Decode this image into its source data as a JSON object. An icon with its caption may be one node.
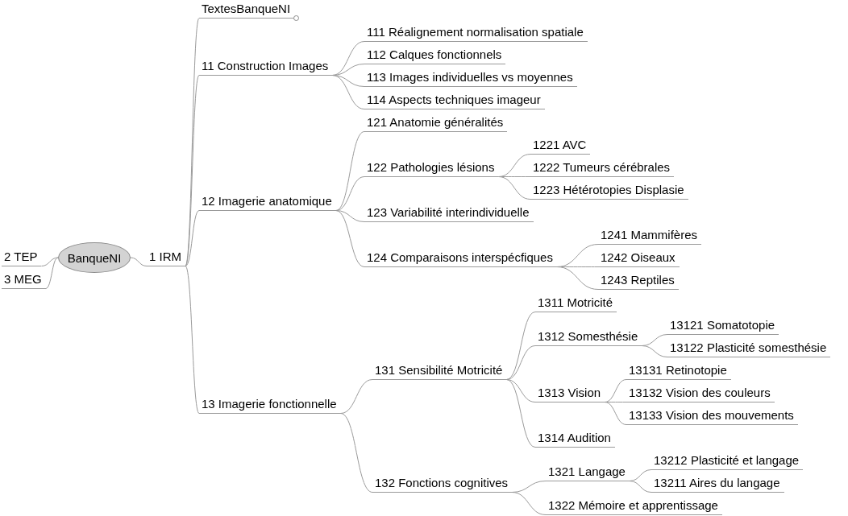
{
  "diagram": {
    "nodes": [
      {
        "text": [
          "BanqueNI"
        ]
      },
      {
        "text": [
          "2 TEP"
        ]
      },
      {
        "text": [
          "3 MEG"
        ]
      },
      {
        "text": [
          "1 IRM"
        ]
      },
      {
        "text": [
          "TextesBanqueNI"
        ]
      },
      {
        "text": [
          "11 Construction Images"
        ]
      },
      {
        "text": [
          "111 Réalignement normalisation spatiale"
        ]
      },
      {
        "text": [
          "112 Calques fonctionnels"
        ]
      },
      {
        "text": [
          "113 Images individuelles vs moyennes"
        ]
      },
      {
        "text": [
          "114 Aspects techniques imageur"
        ]
      },
      {
        "text": [
          "12 Imagerie anatomique"
        ]
      },
      {
        "text": [
          "121 Anatomie généralités"
        ]
      },
      {
        "text": [
          "122 Pathologies lésions"
        ]
      },
      {
        "text": [
          "1221 AVC"
        ]
      },
      {
        "text": [
          "1222 Tumeurs cérébrales"
        ]
      },
      {
        "text": [
          "1223 Hétérotopies Displasie"
        ]
      },
      {
        "text": [
          "123 Variabilité interindividuelle"
        ]
      },
      {
        "text": [
          "124 Comparaisons interspécfiques"
        ]
      },
      {
        "text": [
          "1241 Mammifères"
        ]
      },
      {
        "text": [
          "1242 Oiseaux"
        ]
      },
      {
        "text": [
          "1243 Reptiles"
        ]
      },
      {
        "text": [
          "13 Imagerie fonctionnelle"
        ]
      },
      {
        "text": [
          "131 Sensibilité Motricité"
        ]
      },
      {
        "text": [
          "1311 Motricité"
        ]
      },
      {
        "text": [
          "1312 Somesthésie"
        ]
      },
      {
        "text": [
          "13121 Somatotopie"
        ]
      },
      {
        "text": [
          "13122 Plasticité somesthésie"
        ]
      },
      {
        "text": [
          "1313 Vision"
        ]
      },
      {
        "text": [
          "13131 Retinotopie"
        ]
      },
      {
        "text": [
          "13132 Vision des couleurs"
        ]
      },
      {
        "text": [
          "13133 Vision des mouvements"
        ]
      },
      {
        "text": [
          "1314 Audition"
        ]
      },
      {
        "text": [
          "132 Fonctions cognitives"
        ]
      },
      {
        "text": [
          "1321 Langage"
        ]
      },
      {
        "text": [
          "13212 Plasticité et langage"
        ]
      },
      {
        "text": [
          "13211 Aires du langage"
        ]
      },
      {
        "text": [
          "1322 Mémoire et apprentissage"
        ]
      }
    ],
    "edges": [
      {
        "from": 0,
        "to": 1,
        "arrow": "none"
      },
      {
        "from": 0,
        "to": 2,
        "arrow": "none"
      },
      {
        "from": 0,
        "to": 3,
        "arrow": "none"
      },
      {
        "from": 3,
        "to": 4,
        "arrow": "none"
      },
      {
        "from": 3,
        "to": 5,
        "arrow": "none"
      },
      {
        "from": 5,
        "to": 6,
        "arrow": "none"
      },
      {
        "from": 5,
        "to": 7,
        "arrow": "none"
      },
      {
        "from": 5,
        "to": 8,
        "arrow": "none"
      },
      {
        "from": 5,
        "to": 9,
        "arrow": "none"
      },
      {
        "from": 3,
        "to": 10,
        "arrow": "none"
      },
      {
        "from": 10,
        "to": 11,
        "arrow": "none"
      },
      {
        "from": 10,
        "to": 12,
        "arrow": "none"
      },
      {
        "from": 12,
        "to": 13,
        "arrow": "none"
      },
      {
        "from": 12,
        "to": 14,
        "arrow": "none"
      },
      {
        "from": 12,
        "to": 15,
        "arrow": "none"
      },
      {
        "from": 10,
        "to": 16,
        "arrow": "none"
      },
      {
        "from": 10,
        "to": 17,
        "arrow": "none"
      },
      {
        "from": 17,
        "to": 18,
        "arrow": "none"
      },
      {
        "from": 17,
        "to": 19,
        "arrow": "none"
      },
      {
        "from": 17,
        "to": 20,
        "arrow": "none"
      },
      {
        "from": 3,
        "to": 21,
        "arrow": "none"
      },
      {
        "from": 21,
        "to": 22,
        "arrow": "none"
      },
      {
        "from": 22,
        "to": 23,
        "arrow": "none"
      },
      {
        "from": 22,
        "to": 24,
        "arrow": "none"
      },
      {
        "from": 24,
        "to": 25,
        "arrow": "none"
      },
      {
        "from": 24,
        "to": 26,
        "arrow": "none"
      },
      {
        "from": 22,
        "to": 27,
        "arrow": "none"
      },
      {
        "from": 27,
        "to": 28,
        "arrow": "none"
      },
      {
        "from": 27,
        "to": 29,
        "arrow": "none"
      },
      {
        "from": 27,
        "to": 30,
        "arrow": "none"
      },
      {
        "from": 22,
        "to": 31,
        "arrow": "none"
      },
      {
        "from": 21,
        "to": 32,
        "arrow": "none"
      },
      {
        "from": 32,
        "to": 33,
        "arrow": "none"
      },
      {
        "from": 33,
        "to": 34,
        "arrow": "none"
      },
      {
        "from": 33,
        "to": 35,
        "arrow": "none"
      },
      {
        "from": 32,
        "to": 36,
        "arrow": "none"
      }
    ]
  }
}
